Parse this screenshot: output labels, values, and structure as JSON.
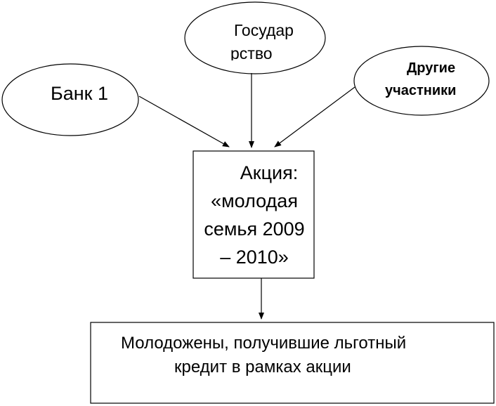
{
  "nodes": {
    "bank": {
      "label": "Банк 1"
    },
    "government": {
      "label_line1": "Государ",
      "label_line2": "рство"
    },
    "others": {
      "label_line1": "Другие",
      "label_line2": "участники"
    },
    "action": {
      "line1": "Акция:",
      "line2": "«молодая",
      "line3": "семья 2009",
      "line4": "– 2010»"
    },
    "result": {
      "line1": "Молодожены, получившие льготный",
      "line2": "кредит в рамках акции"
    }
  },
  "edges": [
    {
      "from": "bank",
      "to": "action"
    },
    {
      "from": "government",
      "to": "action"
    },
    {
      "from": "others",
      "to": "action"
    },
    {
      "from": "action",
      "to": "result"
    }
  ],
  "colors": {
    "stroke": "#000000",
    "fill": "#ffffff",
    "text": "#000000"
  }
}
